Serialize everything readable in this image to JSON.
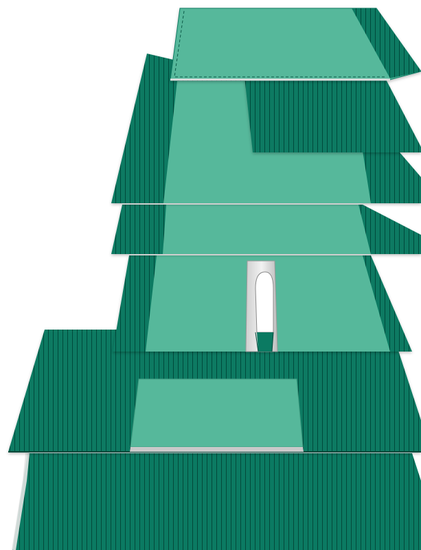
{
  "diagram": {
    "kind": "exploded-layer-stack",
    "layer_count": 7,
    "colors": {
      "dark_panel": "#0b7a62",
      "stripe": "#04493a",
      "light_panel": "#56b89b",
      "light_edge": "#3f9c81",
      "metal": "#d4d4d4",
      "metal_dark": "#a8a8a8",
      "background": "#ffffff"
    },
    "layers": [
      {
        "id": "layer-1",
        "description": ""
      },
      {
        "id": "layer-2",
        "description": ""
      },
      {
        "id": "layer-3",
        "description": ""
      },
      {
        "id": "layer-4",
        "description": ""
      },
      {
        "id": "layer-5",
        "description": ""
      },
      {
        "id": "layer-6",
        "description": ""
      },
      {
        "id": "layer-7",
        "description": ""
      }
    ]
  }
}
